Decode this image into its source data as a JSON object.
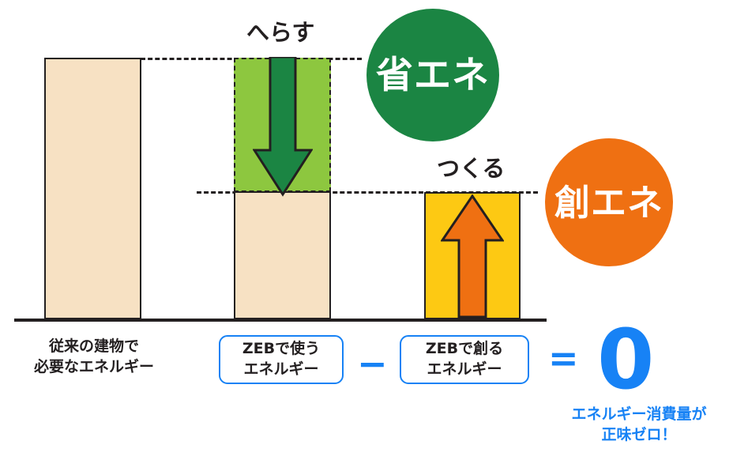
{
  "figure": {
    "title": "ZEB energy balance diagram",
    "colors": {
      "beige": "#f7e1c3",
      "light_green": "#8dc73f",
      "dark_green": "#1b8543",
      "yellow": "#fdc913",
      "orange": "#ef7012",
      "blue": "#1782f5",
      "outline": "#231f20"
    }
  },
  "chart_data": {
    "type": "bar",
    "title": "",
    "xlabel": "",
    "ylabel": "",
    "grid": false,
    "legend": "none",
    "ylim": [
      0,
      100
    ],
    "categories": [
      "従来の建物で必要なエネルギー",
      "ZEBで使うエネルギー",
      "ZEBで創るエネルギー"
    ],
    "values": [
      100,
      49,
      49
    ],
    "series": [
      {
        "name": "従来の建物で必要なエネルギー",
        "segments": [
          {
            "label": "エネルギー",
            "value": 100,
            "color": "#f7e1c3"
          }
        ]
      },
      {
        "name": "ZEBで使うエネルギー",
        "segments": [
          {
            "label": "へらす（省エネ）",
            "value": 51,
            "color": "#8dc73f"
          },
          {
            "label": "ZEBで使うエネルギー",
            "value": 49,
            "color": "#f7e1c3"
          }
        ]
      },
      {
        "name": "ZEBで創るエネルギー",
        "segments": [
          {
            "label": "つくる（創エネ）",
            "value": 49,
            "color": "#fdc913"
          }
        ]
      }
    ],
    "annotations": [
      {
        "text": "へらす",
        "target": "bar-2-green-segment",
        "arrow": "down"
      },
      {
        "text": "つくる",
        "target": "bar-3-yellow-segment",
        "arrow": "up"
      },
      {
        "text": "省エネ",
        "target": "green-circle"
      },
      {
        "text": "創エネ",
        "target": "orange-circle"
      }
    ],
    "equation": "ZEBで使うエネルギー − ZEBで創るエネルギー = 0"
  },
  "arrows": {
    "down_caption": "へらす",
    "up_caption": "つくる"
  },
  "badges": {
    "energy_saving": "省エネ",
    "energy_generation": "創エネ"
  },
  "legend": {
    "conventional": {
      "line1": "従来の建物で",
      "line2": "必要なエネルギー"
    },
    "zeb_use": {
      "line1": "ZEBで使う",
      "line2": "エネルギー"
    },
    "zeb_generate": {
      "line1": "ZEBで創る",
      "line2": "エネルギー"
    },
    "minus_sign": "−",
    "equals_sign": "=",
    "result_value": "0",
    "result_caption": {
      "line1": "エネルギー消費量が",
      "line2": "正味ゼロ！"
    }
  }
}
